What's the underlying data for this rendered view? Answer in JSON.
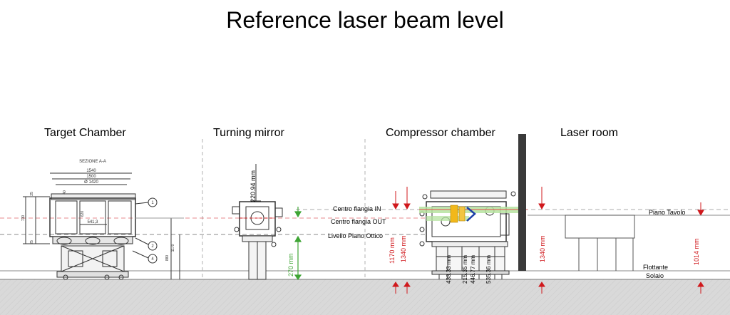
{
  "title": "Reference laser beam level",
  "sections": {
    "target": "Target Chamber",
    "turning": "Turning mirror",
    "compressor": "Compressor chamber",
    "laser": "Laser room"
  },
  "target_chamber": {
    "section_label": "SEZIONE A-A",
    "dim_1540": "1540",
    "dim_1500": "1500",
    "dim_1420": "Ø 1420",
    "dim_541": "541,3",
    "dim_620": "620",
    "dim_25a": "25",
    "dim_25b": "25",
    "dim_730": "730",
    "dim_1170": "1170",
    "dim_880": "880",
    "dim_40": "40",
    "callout_1": "1",
    "callout_2": "2",
    "callout_4": "4"
  },
  "turning_mirror": {
    "dim_top": "220.94 mm",
    "dim_green": "270 mm"
  },
  "compressor": {
    "centro_in": "Centro flangia IN",
    "centro_out": "Centro flangia OUT",
    "livello": "Livello Piano Ottico",
    "dim_1170": "1170 mm",
    "dim_1340": "1340 mm",
    "dim_433": "433.33 mm",
    "dim_215": "215.35 mm",
    "dim_446": "446.77 mm",
    "dim_535": "535.36 mm"
  },
  "laser_room": {
    "dim_1340": "1340 mm",
    "dim_1014": "1014 mm",
    "piano_tavolo": "Piano Tavolo",
    "flottante": "Flottante",
    "solaio": "Solaio"
  },
  "colors": {
    "dim_red": "#d0181c",
    "dim_green": "#3fa535",
    "beam_green": "#b6e3a0",
    "optic_yellow": "#f2b81a",
    "mirror_blue": "#1c3fa8",
    "floor_gray": "#d9d9d9",
    "wall": "#3a3a3a"
  }
}
